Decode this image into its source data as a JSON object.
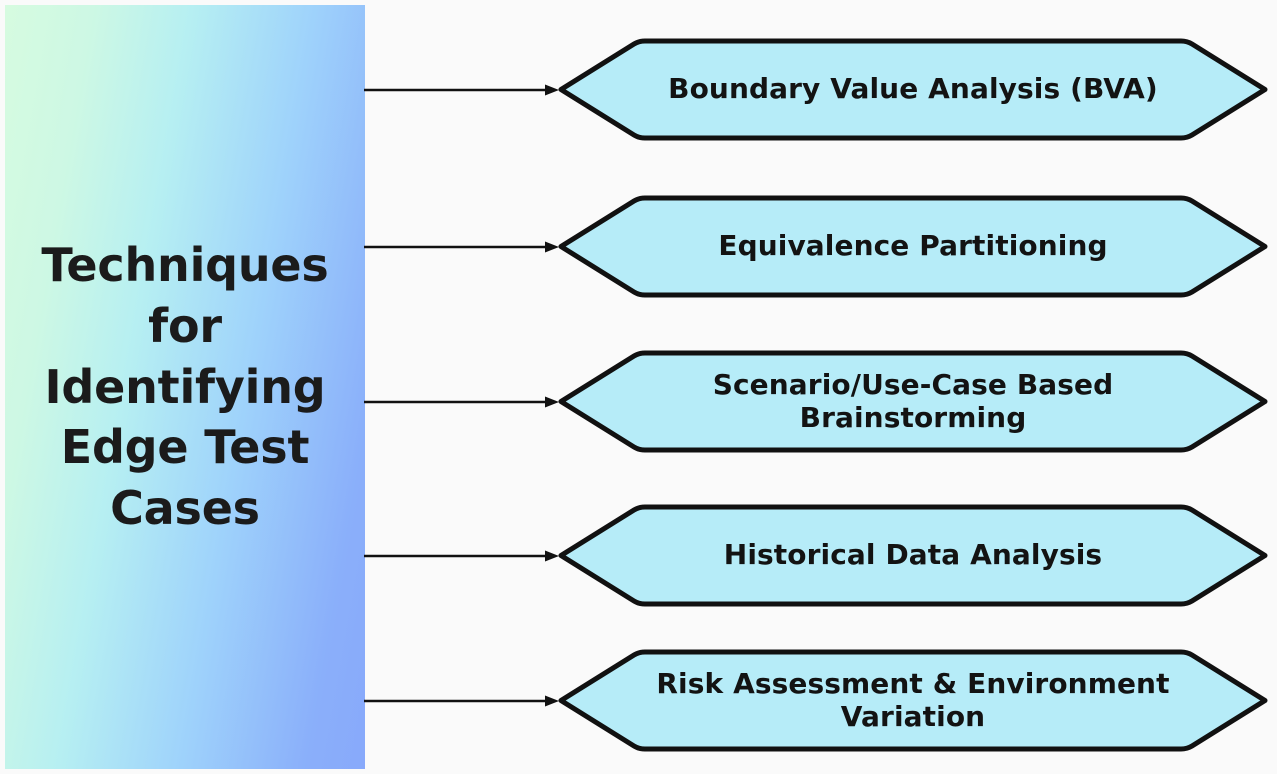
{
  "diagram": {
    "type": "flow-diagram",
    "background_color": "#fafafa",
    "title_panel": {
      "text": "Techniques\nfor\nIdentifying\nEdge Test\nCases",
      "lines": [
        "Techniques",
        "for",
        "Identifying",
        "Edge Test",
        "Cases"
      ],
      "gradient_from": "#d6fbe0",
      "gradient_to": "#88a9fb",
      "text_color": "#1b1b1b"
    },
    "node_style": {
      "shape": "hexagon",
      "fill_color": "#b6ecf8",
      "stroke_color": "#111111",
      "text_color": "#131313"
    },
    "connector_style": {
      "color": "#111111",
      "arrowhead": "solid-triangle"
    },
    "nodes": [
      {
        "id": "bva",
        "label": "Boundary Value Analysis (BVA)"
      },
      {
        "id": "ep",
        "label": "Equivalence Partitioning"
      },
      {
        "id": "scenario",
        "label": "Scenario/Use-Case Based Brainstorming"
      },
      {
        "id": "historical",
        "label": "Historical Data Analysis"
      },
      {
        "id": "risk",
        "label": "Risk Assessment & Environment Variation"
      }
    ]
  }
}
